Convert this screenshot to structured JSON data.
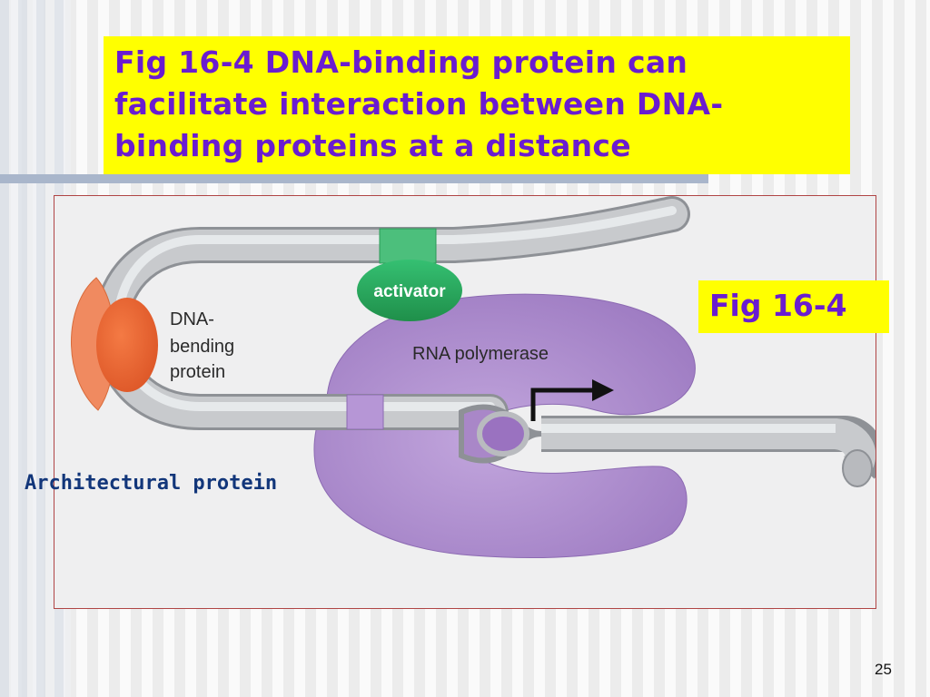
{
  "slide": {
    "title": "Fig 16-4 DNA-binding protein can facilitate interaction between DNA-binding proteins at a distance",
    "fig_label": "Fig 16-4",
    "architectural_label": "Architectural protein",
    "page_number": "25"
  },
  "diagram": {
    "activator_label": "activator",
    "rna_polymerase_label": "RNA polymerase",
    "dna_bending_label_lines": [
      "DNA-",
      "bending",
      "protein"
    ]
  },
  "colors": {
    "title_background": "#ffff00",
    "title_text": "#6a1cd0",
    "architectural_text": "#12367a",
    "polymerase": "#a987c8",
    "activator": "#2aa85c",
    "bending_protein": "#ec6b3c",
    "dna": "#c4c6ca"
  }
}
